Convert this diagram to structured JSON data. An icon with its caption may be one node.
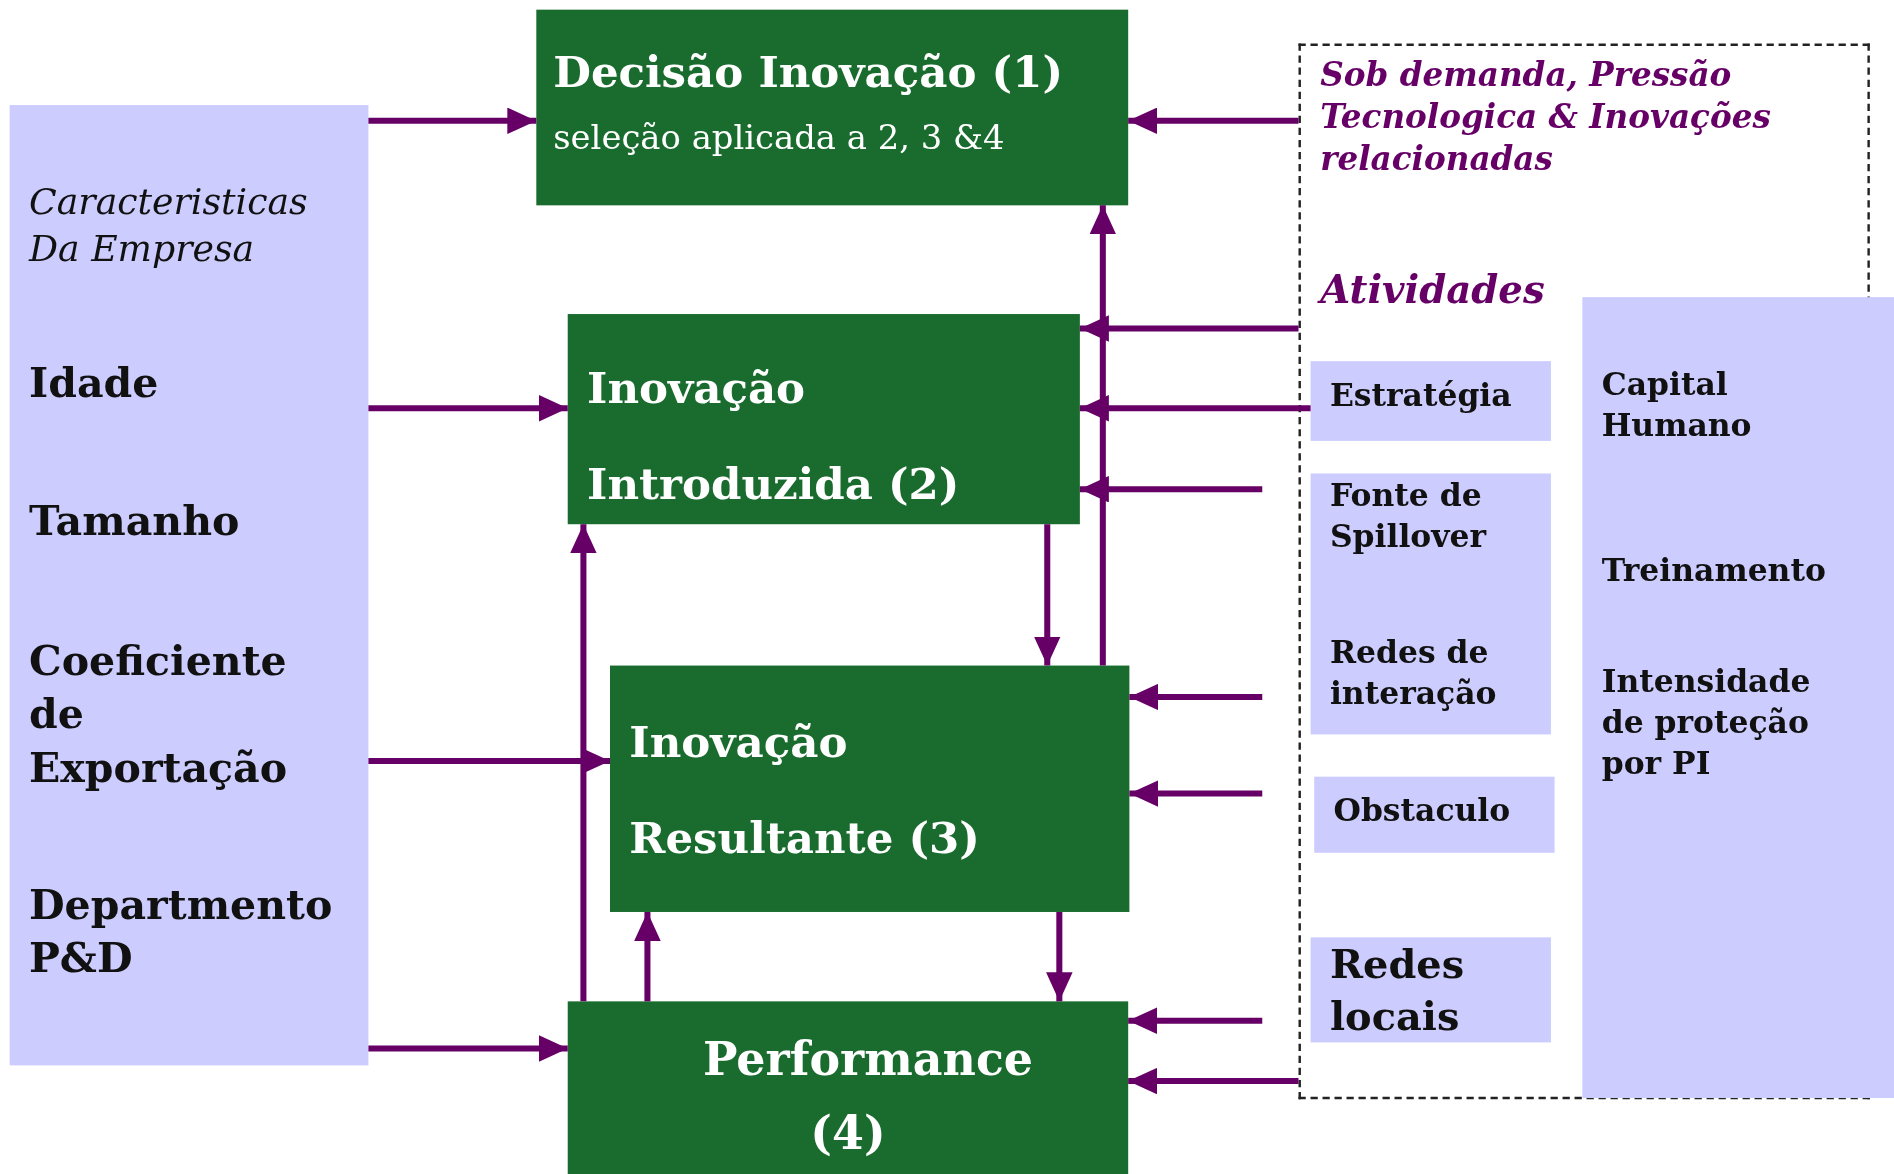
{
  "diagram": {
    "nodes": [
      {
        "text": [
          "Caracteristicas Da Empresa",
          "Idade",
          "Tamanho",
          "Coeficiente de Exportação",
          "Departmento P&D"
        ]
      },
      {
        "text": [
          "Decisão Inovação (1)",
          "seleção aplicada a 2, 3 &4"
        ]
      },
      {
        "text": [
          "Inovação Introduzida (2)"
        ]
      },
      {
        "text": [
          "Inovação Resultante (3)"
        ]
      },
      {
        "text": [
          "Performance (4)"
        ]
      },
      {
        "text": [
          "Sob demanda, Pressão Tecnologica & Inovações relacionadas",
          "Atividades"
        ]
      },
      {
        "text": [
          "Estratégia"
        ],
        "in": 5
      },
      {
        "text": [
          "Fonte de Spillover",
          "Redes de interação"
        ],
        "in": 5
      },
      {
        "text": [
          "Obstaculo"
        ],
        "in": 5
      },
      {
        "text": [
          "Redes locais"
        ],
        "in": 5
      },
      {
        "text": [
          "Capital Humano",
          "Treinamento",
          "Intensidade de proteção por PI"
        ]
      }
    ],
    "edges": [
      {
        "from": 0,
        "to": 1,
        "arrow": "to"
      },
      {
        "from": 0,
        "to": 2,
        "arrow": "to"
      },
      {
        "from": 0,
        "to": 3,
        "arrow": "to"
      },
      {
        "from": 0,
        "to": 4,
        "arrow": "to"
      },
      {
        "from": 5,
        "to": 1,
        "arrow": "to"
      },
      {
        "from": 5,
        "to": 2,
        "arrow": "to"
      },
      {
        "from": 6,
        "to": 2,
        "arrow": "to"
      },
      {
        "from": null,
        "to": 2,
        "arrow": "to"
      },
      {
        "from": null,
        "to": 3,
        "arrow": "to"
      },
      {
        "from": null,
        "to": 3,
        "arrow": "to"
      },
      {
        "from": null,
        "to": 4,
        "arrow": "to"
      },
      {
        "from": 5,
        "to": 4,
        "arrow": "to"
      },
      {
        "from": 2,
        "to": 3,
        "arrow": "to"
      },
      {
        "from": 3,
        "to": 1,
        "arrow": "to"
      },
      {
        "from": 4,
        "to": 2,
        "arrow": "to"
      },
      {
        "from": 4,
        "to": 3,
        "arrow": "to"
      },
      {
        "from": 3,
        "to": 4,
        "arrow": "to"
      }
    ]
  }
}
